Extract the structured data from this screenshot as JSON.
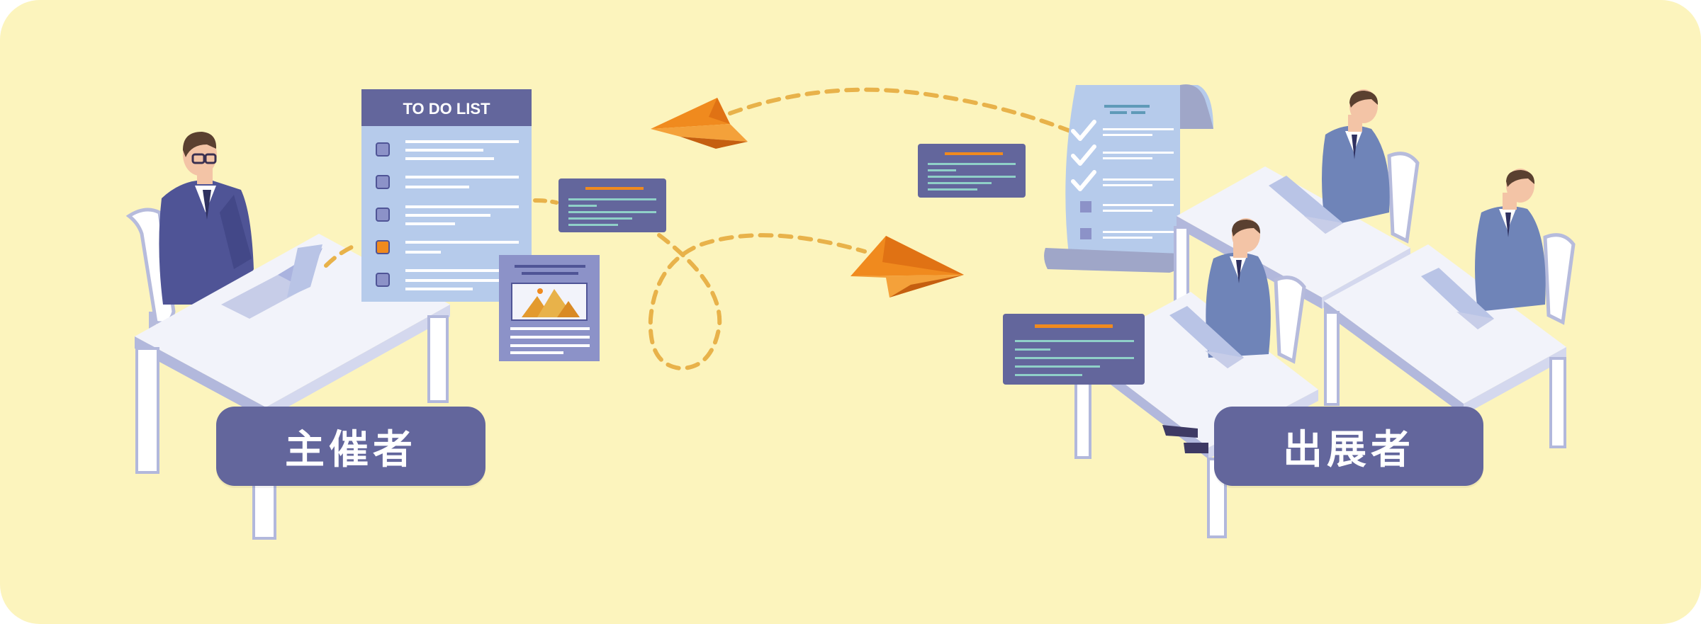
{
  "todo": {
    "title": "TO DO LIST"
  },
  "labels": {
    "organizer": "主催者",
    "exhibitor": "出展者"
  },
  "colors": {
    "background": "#fcf4bd",
    "label_bg": "#63669c",
    "todo_header": "#63669c",
    "todo_body": "#b6cbeb",
    "card_dark": "#63669c",
    "card_line": "#8fd0c8",
    "accent_orange": "#f08a1e",
    "dash_path": "#e8b24a",
    "desk_top": "#f2f3fa",
    "desk_edge": "#b2b8dc",
    "suit": "#4f5496",
    "suit_alt": "#6f84b8",
    "skin": "#f3c4a6",
    "hair": "#5a4030"
  },
  "icons": [
    "paper-plane-icon",
    "checklist-icon",
    "scroll-document-icon",
    "image-document-icon",
    "laptop-icon",
    "person-icon",
    "desk-icon",
    "chair-icon",
    "message-card-icon"
  ]
}
